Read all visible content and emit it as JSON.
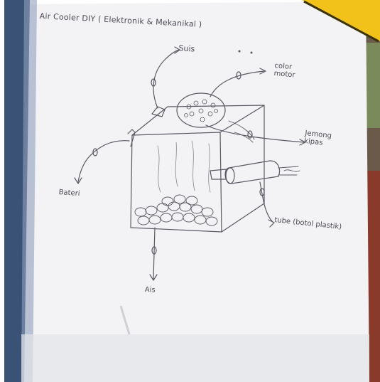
{
  "title": "Air Cooler DIY ( Elektronik & Mekanikal )",
  "labels": {
    "suis": "Suis",
    "color_motor": "color motor",
    "kipas": "Jemong kipas",
    "bateri": "Bateri",
    "tube": "tube (botol plastik)",
    "air": "Ais"
  },
  "colors": {
    "paper": "#f3f3f6",
    "pencil": "#5a5862",
    "shadow": "#2b3f60",
    "pencil_tip": "#f2c11a"
  }
}
